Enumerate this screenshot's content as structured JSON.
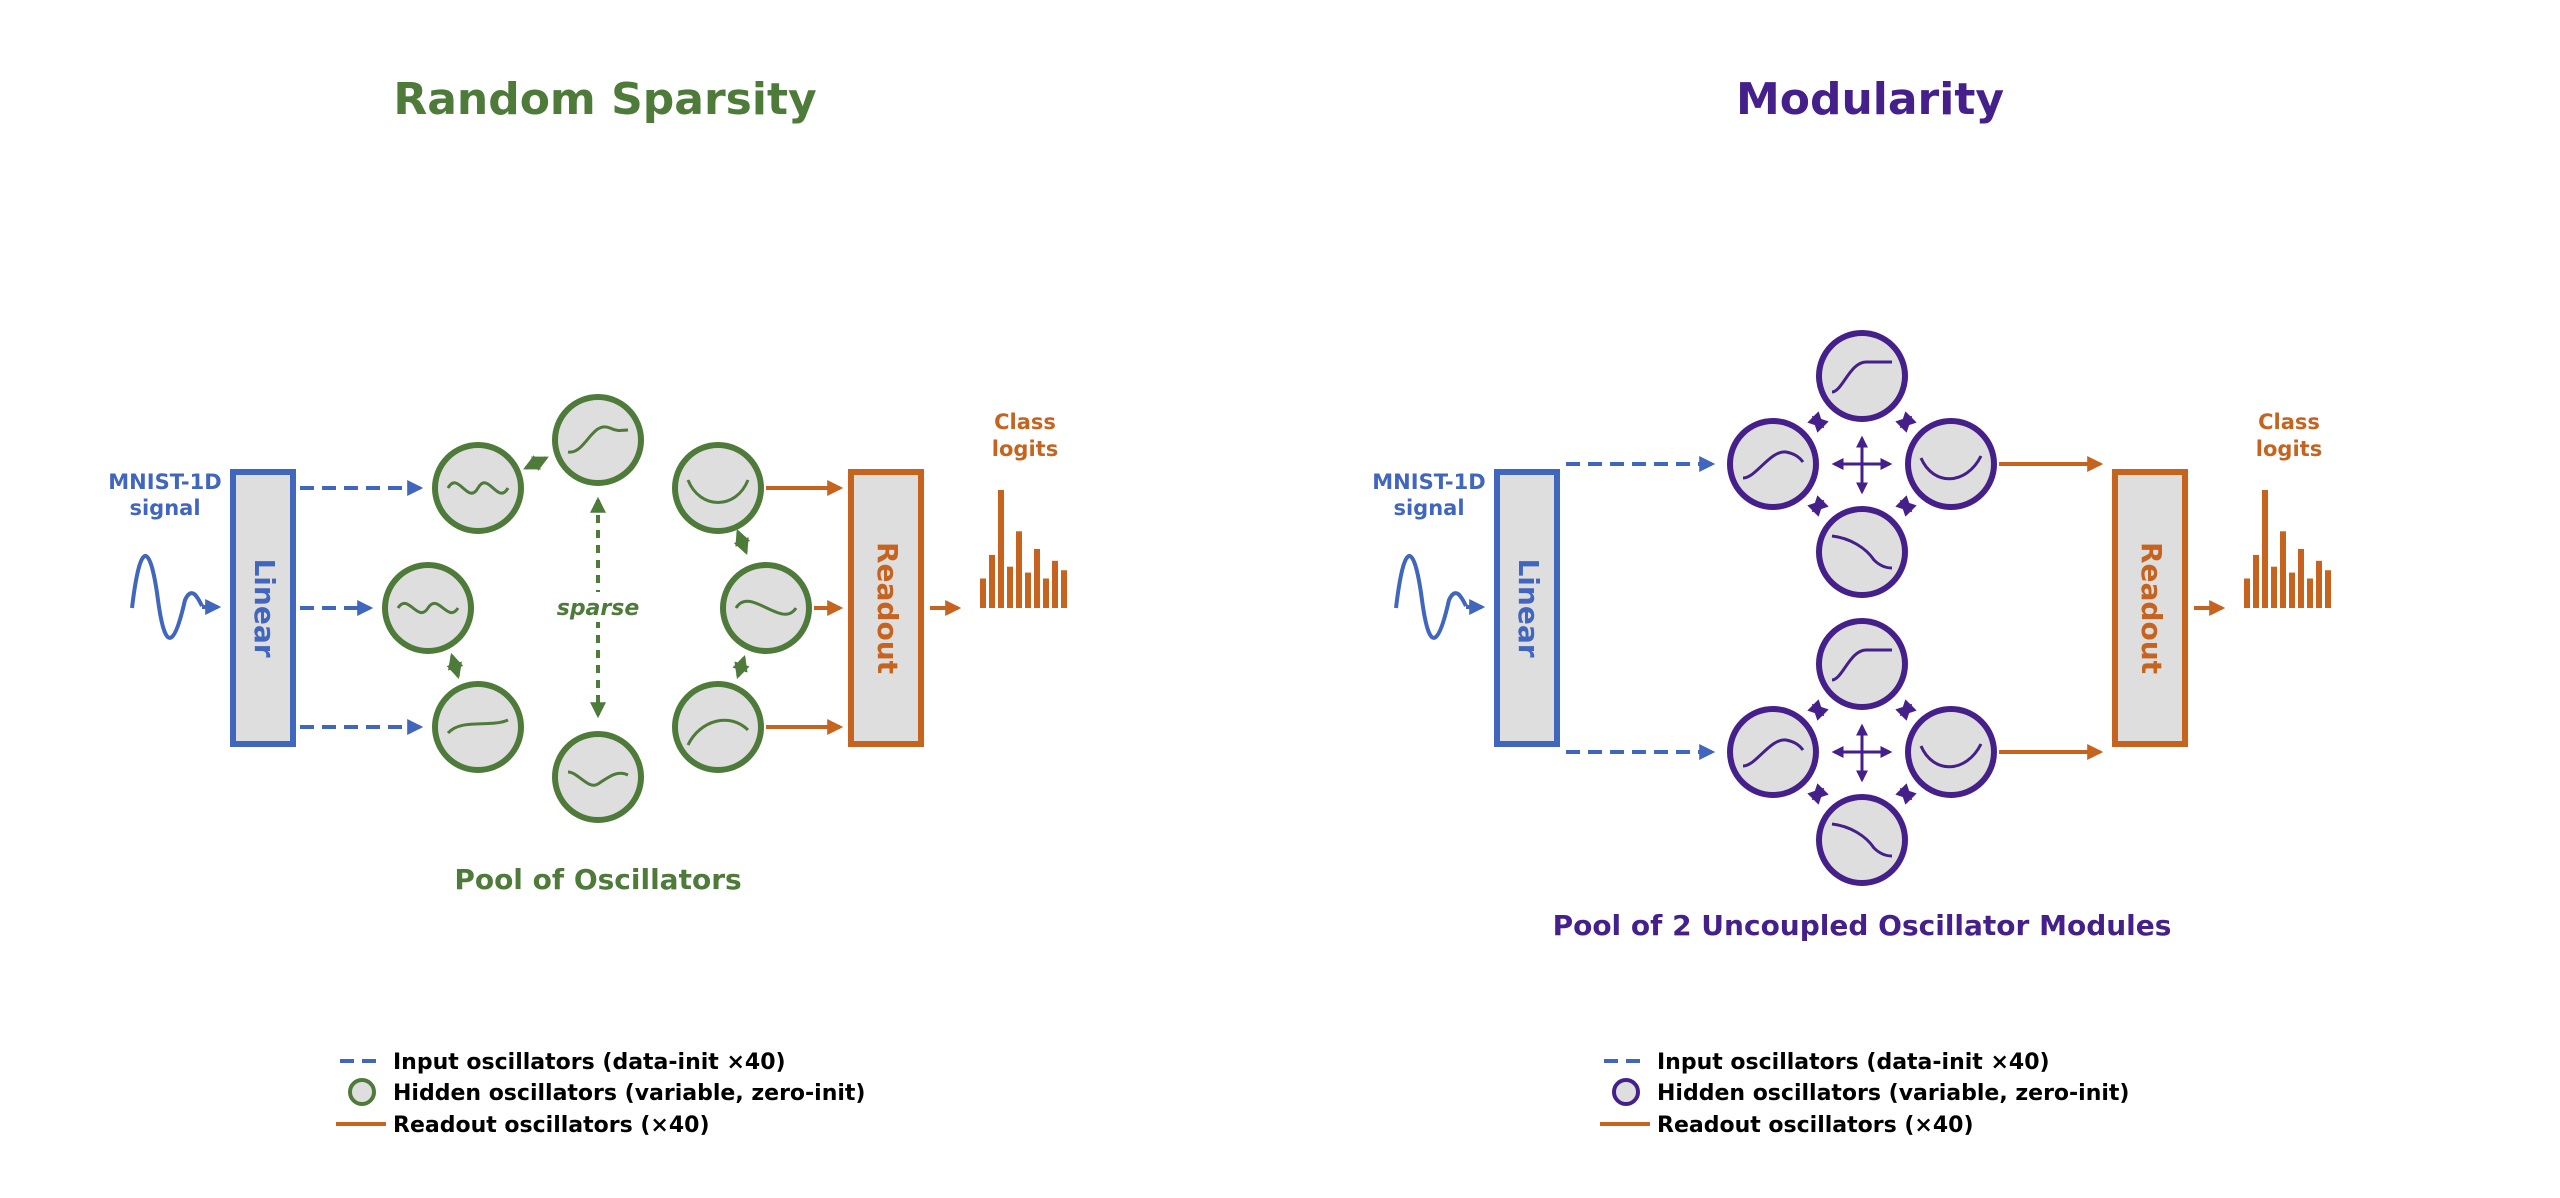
{
  "colors": {
    "green": "#4e7a3a",
    "purple": "#45208a",
    "blue": "#4166bd",
    "orange": "#c5631f",
    "fill": "#dedede"
  },
  "left": {
    "title": "Random Sparsity",
    "input_label_line1": "MNIST-1D",
    "input_label_line2": "signal",
    "linear_label": "Linear",
    "readout_label": "Readout",
    "logits_line1": "Class",
    "logits_line2": "logits",
    "sparse_label": "sparse",
    "pool_caption": "Pool of Oscillators",
    "legend": {
      "input": "Input oscillators (data-init ×40)",
      "hidden": "Hidden oscillators (variable, zero-init)",
      "readout": "Readout oscillators (×40)"
    }
  },
  "right": {
    "title": "Modularity",
    "input_label_line1": "MNIST-1D",
    "input_label_line2": "signal",
    "linear_label": "Linear",
    "readout_label": "Readout",
    "logits_line1": "Class",
    "logits_line2": "logits",
    "pool_caption": "Pool of 2 Uncoupled Oscillator Modules",
    "legend": {
      "input": "Input oscillators (data-init ×40)",
      "hidden": "Hidden oscillators (variable, zero-init)",
      "readout": "Readout oscillators (×40)"
    }
  },
  "logits_histogram": {
    "bars": [
      0.25,
      0.45,
      1.0,
      0.35,
      0.65,
      0.3,
      0.5,
      0.25,
      0.4,
      0.32
    ]
  }
}
